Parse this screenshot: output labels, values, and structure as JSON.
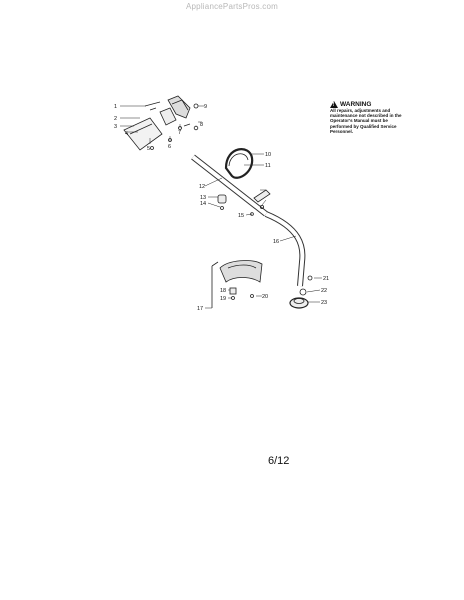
{
  "watermark": "AppliancePartsPros.com",
  "warning": {
    "title": "WARNING",
    "body": "All repairs, adjustments and maintenance not described in the Operator's Manual must be performed by Qualified Service Personnel."
  },
  "page_number": "6/12",
  "part_labels": [
    "1",
    "2",
    "3",
    "4",
    "5",
    "6",
    "7",
    "8",
    "9",
    "10",
    "11",
    "12",
    "13",
    "14",
    "15",
    "16",
    "17",
    "18",
    "19",
    "20",
    "21",
    "22",
    "23"
  ]
}
